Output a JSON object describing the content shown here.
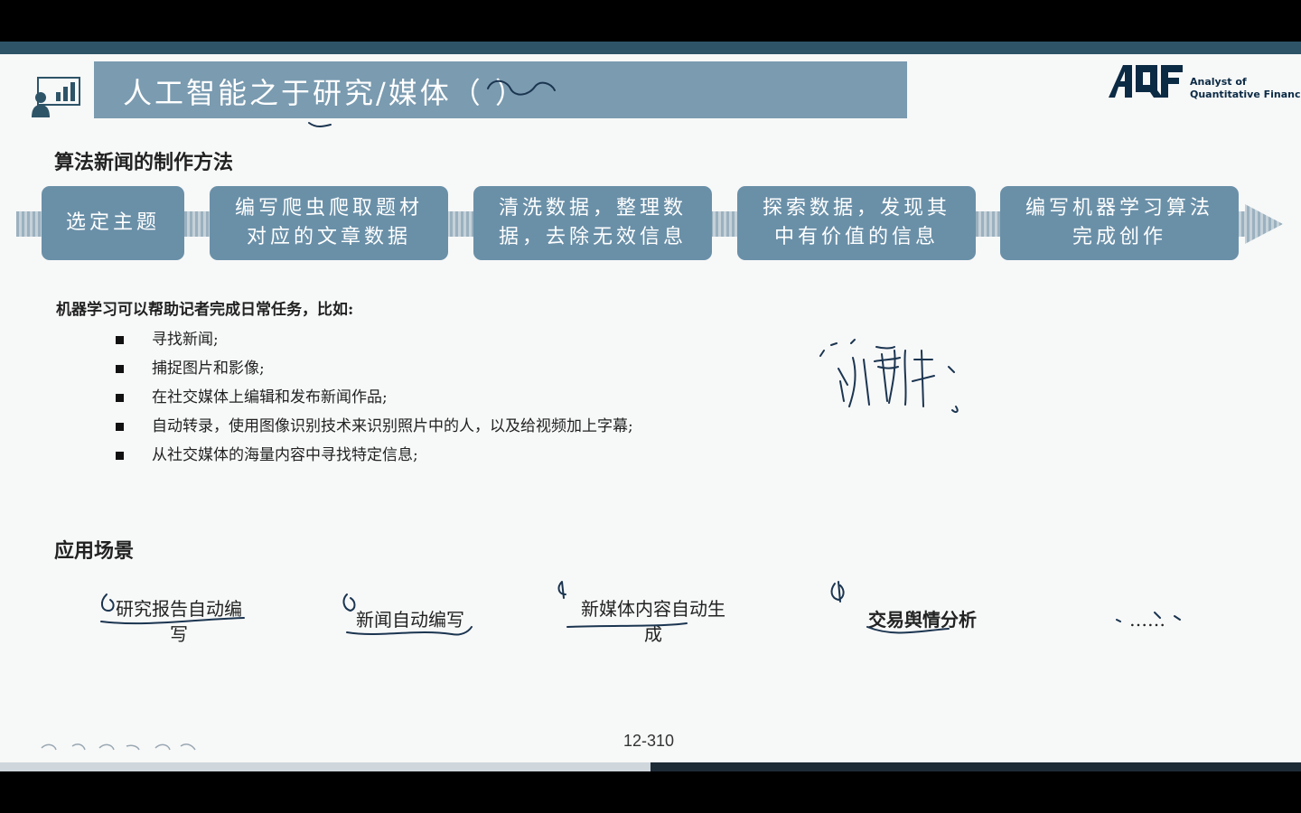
{
  "title": "人工智能之于研究/媒体（    ）",
  "logo": {
    "mark": "AQF",
    "line1": "Analyst of",
    "line2": "Quantitative Finance"
  },
  "section1": "算法新闻的制作方法",
  "steps": [
    {
      "line1": "选定主题",
      "line2": ""
    },
    {
      "line1": "编写爬虫爬取题材",
      "line2": "对应的文章数据"
    },
    {
      "line1": "清洗数据，整理数",
      "line2": "据，去除无效信息"
    },
    {
      "line1": "探索数据，发现其",
      "line2": "中有价值的信息"
    },
    {
      "line1": "编写机器学习算法",
      "line2": "完成创作"
    }
  ],
  "intro": "机器学习可以帮助记者完成日常任务，比如:",
  "bullets": [
    "寻找新闻;",
    "捕捉图片和影像;",
    "在社交媒体上编辑和发布新闻作品;",
    "自动转录，使用图像识别技术来识别照片中的人，以及给视频加上字幕;",
    "从社交媒体的海量内容中寻找特定信息;"
  ],
  "section2": "应用场景",
  "scenarios": [
    {
      "line1": "研究报告自动编",
      "line2": "写"
    },
    {
      "line1": "新闻自动编写",
      "line2": ""
    },
    {
      "line1": "新媒体内容自动生",
      "line2": "成"
    },
    {
      "line1": "交易舆情分析",
      "line2": ""
    },
    {
      "line1": "……",
      "line2": ""
    }
  ],
  "page_number": "12-310",
  "video_progress": 0.5,
  "colors": {
    "title_bar": "#7a9bb0",
    "step_box": "#6a90a8",
    "accent": "#2e5468"
  }
}
